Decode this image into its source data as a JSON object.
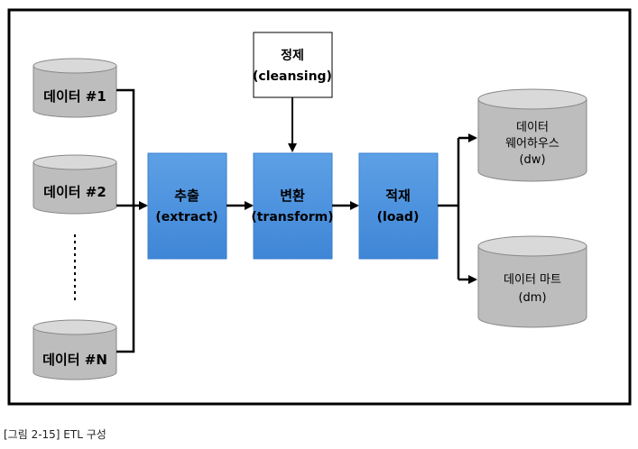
{
  "sources": [
    {
      "label": "데이터 #1"
    },
    {
      "label": "데이터 #2"
    },
    {
      "label": "데이터 #N"
    }
  ],
  "cleansing": {
    "line1": "정제",
    "line2": "(cleansing)"
  },
  "steps": [
    {
      "line1": "추출",
      "line2": "(extract)"
    },
    {
      "line1": "변환",
      "line2": "(transform)"
    },
    {
      "line1": "적재",
      "line2": "(load)"
    }
  ],
  "targets": [
    {
      "lines": [
        "데이터",
        "웨어하우스",
        "(dw)"
      ]
    },
    {
      "lines": [
        "데이터 마트",
        "(dm)"
      ]
    }
  ],
  "caption": "[그림 2-15] ETL 구성",
  "colors": {
    "step_fill": "#4a90dc",
    "cylinder_fill": "#bdbdbd",
    "cylinder_top": "#d9d9d9",
    "line": "#000000"
  }
}
